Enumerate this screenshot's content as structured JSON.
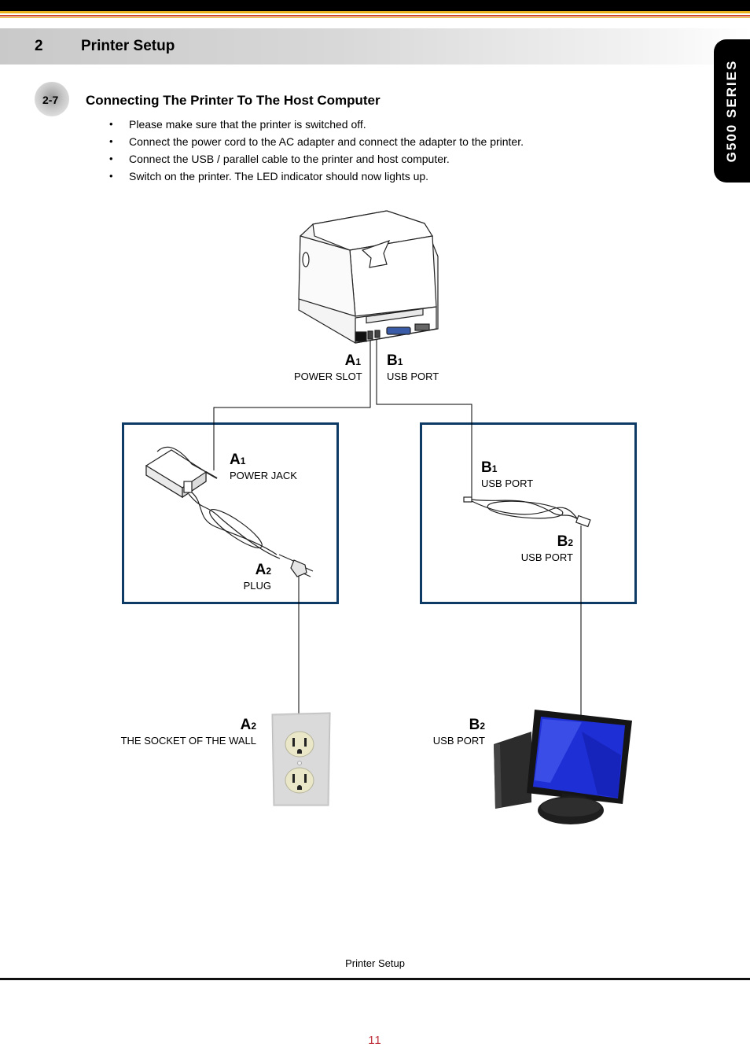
{
  "header": {
    "chapter_number": "2",
    "chapter_title": "Printer Setup",
    "series_tab": "G500 SERIES"
  },
  "section": {
    "number": "2-7",
    "title": "Connecting The Printer To The Host Computer"
  },
  "steps": [
    "Please make sure that the printer is switched off.",
    "Connect the power cord to the AC adapter and connect the adapter to the printer.",
    "Connect the USB / parallel cable to the printer and host computer.",
    "Switch on the printer. The LED indicator should now lights up."
  ],
  "diagram": {
    "printer": {
      "a1": {
        "letter": "A",
        "sub": "1",
        "caption": "POWER SLOT"
      },
      "b1": {
        "letter": "B",
        "sub": "1",
        "caption": "USB PORT"
      }
    },
    "adapter_box": {
      "a1": {
        "letter": "A",
        "sub": "1",
        "caption": "POWER JACK"
      },
      "a2": {
        "letter": "A",
        "sub": "2",
        "caption": "PLUG"
      }
    },
    "usb_box": {
      "b1": {
        "letter": "B",
        "sub": "1",
        "caption": "USB PORT"
      },
      "b2": {
        "letter": "B",
        "sub": "2",
        "caption": "USB PORT"
      }
    },
    "socket": {
      "letter": "A",
      "sub": "2",
      "caption": "THE SOCKET OF THE WALL"
    },
    "computer": {
      "letter": "B",
      "sub": "2",
      "caption": "USB PORT"
    },
    "colors": {
      "box_border": "#0e3a66",
      "screen": "#1f2fd6"
    }
  },
  "footer": {
    "text": "Printer Setup",
    "page_number": "11",
    "page_number_color": "#c0343f"
  }
}
